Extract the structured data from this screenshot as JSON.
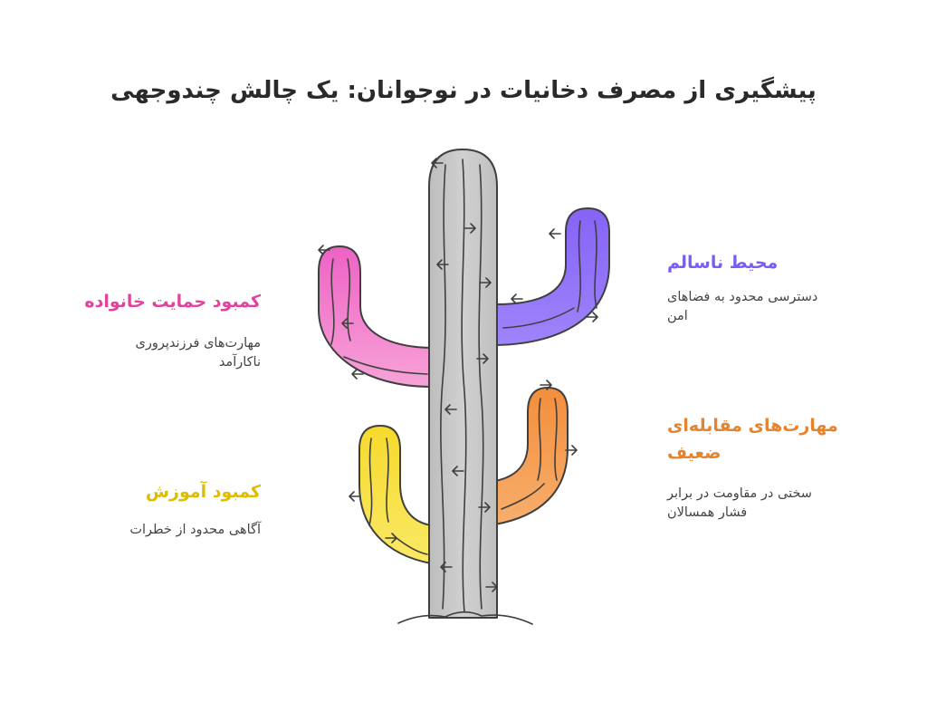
{
  "title": "پیشگیری از مصرف دخانیات در نوجوانان: یک چالش چندوجهی",
  "factors": {
    "family": {
      "heading": "کمبود حمایت خانواده",
      "description_lines": [
        "مهارت‌های فرزندپروری",
        "ناکارآمد"
      ],
      "color": "#E0449E"
    },
    "education": {
      "heading": "کمبود آموزش",
      "description_lines": [
        "آگاهی محدود از خطرات"
      ],
      "color": "#DDBD00"
    },
    "environment": {
      "heading": "محیط ناسالم",
      "description_lines": [
        "دسترسی محدود به فضاهای",
        "امن"
      ],
      "color": "#7B5CF5"
    },
    "coping": {
      "heading_lines": [
        "مهارت‌های مقابله‌ای",
        "ضعیف"
      ],
      "description_lines": [
        "سختی در مقاومت در برابر",
        "فشار همسالان"
      ],
      "color": "#E5842F"
    }
  },
  "colors": {
    "trunk": "#C9C9C9",
    "pink_arm": "#F26FC8",
    "purple_arm": "#8E6EF8",
    "orange_arm": "#F59A4E",
    "yellow_arm": "#F8E040",
    "outline": "#3F3F3F"
  },
  "icons": {
    "central_figure": "cactus-icon"
  }
}
